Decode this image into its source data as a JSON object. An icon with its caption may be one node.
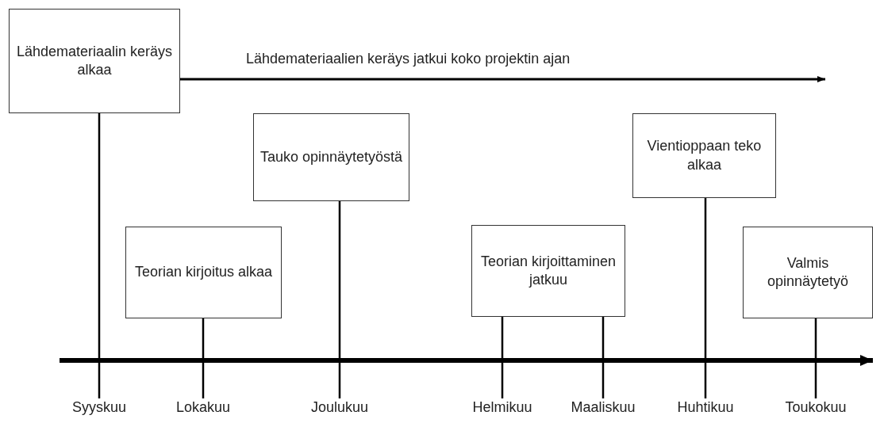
{
  "diagram": {
    "nodes": [
      {
        "text": [
          "Lähdemateriaalin keräys alkaa"
        ]
      },
      {
        "text": [
          "Teorian kirjoitus alkaa"
        ]
      },
      {
        "text": [
          "Tauko opinnäytetyöstä"
        ]
      },
      {
        "text": [
          "Teorian kirjoittaminen jatkuu"
        ]
      },
      {
        "text": [
          "Vientioppaan teko alkaa"
        ]
      },
      {
        "text": [
          "Valmis opinnäytetyö"
        ]
      },
      {
        "text": [
          "Syyskuu"
        ]
      },
      {
        "text": [
          "Lokakuu"
        ]
      },
      {
        "text": [
          "Joulukuu"
        ]
      },
      {
        "text": [
          "Helmikuu"
        ]
      },
      {
        "text": [
          "Maaliskuu"
        ]
      },
      {
        "text": [
          "Huhtikuu"
        ]
      },
      {
        "text": [
          "Toukokuu"
        ]
      }
    ],
    "edges": [
      {
        "from": 0,
        "to": null,
        "arrow": "to",
        "label": "Lähdemateriaalien keräys jatkui koko projektin ajan"
      },
      {
        "from": 0,
        "to": 6,
        "arrow": "none"
      },
      {
        "from": 1,
        "to": 7,
        "arrow": "none"
      },
      {
        "from": 2,
        "to": 8,
        "arrow": "none"
      },
      {
        "from": 3,
        "to": 9,
        "arrow": "none"
      },
      {
        "from": 3,
        "to": 10,
        "arrow": "none"
      },
      {
        "from": 4,
        "to": 11,
        "arrow": "none"
      },
      {
        "from": 5,
        "to": 12,
        "arrow": "none"
      }
    ]
  }
}
